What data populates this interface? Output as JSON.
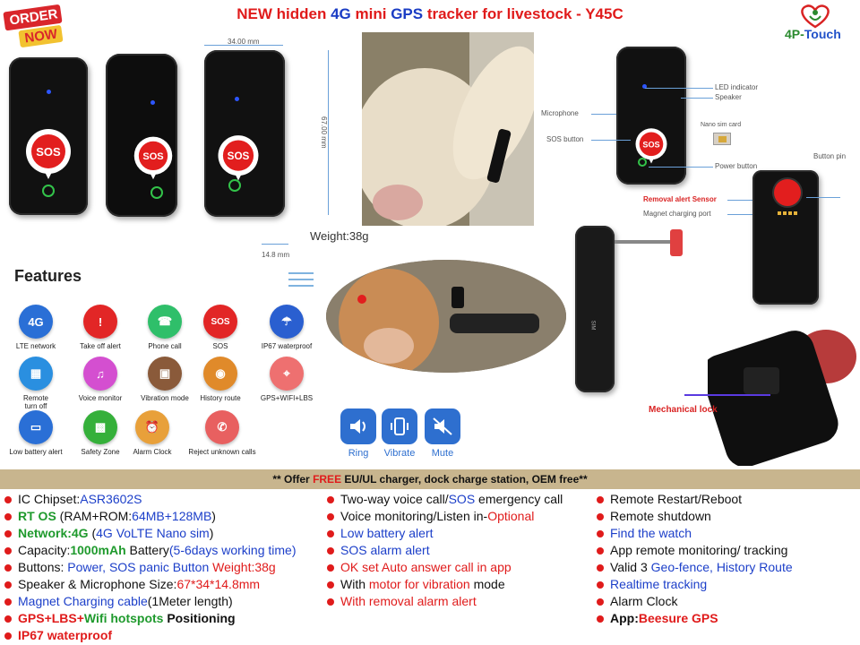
{
  "header": {
    "badge": {
      "line1": "ORDER",
      "line2": "NOW"
    },
    "title": {
      "part1": "NEW hidden ",
      "part2": "4G",
      "part3": " mini ",
      "part4": "GPS",
      "part5": " tracker for livestock - Y45C"
    },
    "brand": {
      "prefix": "4P-",
      "suffix": "Touch"
    }
  },
  "devices": {
    "sos_label": "SOS",
    "width_dim": "34.00 mm",
    "height_dim": "67.00 mm",
    "depth_dim": "14.8 mm",
    "weight": "Weight:38g"
  },
  "annotations": {
    "led": "LED indicator",
    "speaker": "Speaker",
    "microphone": "Microphone",
    "sos_button": "SOS button",
    "nano_sim": "Nano sim card",
    "power_button": "Power button",
    "button_pin": "Button pin",
    "removal_sensor": "Removal alert Sensor",
    "magnet_port": "Magnet charging port",
    "mechanical_lock": "Mechanical lock",
    "sim": "SIM"
  },
  "features": {
    "title": "Features",
    "items": [
      {
        "label": "LTE network",
        "glyph": "4G",
        "color": "#2a6fd6"
      },
      {
        "label": "Take off alert",
        "glyph": "!",
        "color": "#e22626"
      },
      {
        "label": "Phone call",
        "glyph": "☎",
        "color": "#2fbf6a"
      },
      {
        "label": "SOS",
        "glyph": "SOS",
        "color": "#e22626"
      },
      {
        "label": "IP67 waterproof",
        "glyph": "☂",
        "color": "#2a5fd0"
      },
      {
        "label": "Remote\nturn off",
        "glyph": "▦",
        "color": "#2a8fe0"
      },
      {
        "label": "Voice monitor",
        "glyph": "♫",
        "color": "#d44fd0"
      },
      {
        "label": "Vibration mode",
        "glyph": "▣",
        "color": "#8a5a3a"
      },
      {
        "label": "History route",
        "glyph": "◉",
        "color": "#e08a2a"
      },
      {
        "label": "GPS+WIFI+LBS",
        "glyph": "⌖",
        "color": "#ee7070"
      },
      {
        "label": "Low battery alert",
        "glyph": "▭",
        "color": "#2a6fd6"
      },
      {
        "label": "Safety Zone",
        "glyph": "▩",
        "color": "#35b03a"
      },
      {
        "label": "Alarm Clock",
        "glyph": "⏰",
        "color": "#e8a03a"
      },
      {
        "label": "Reject unknown calls",
        "glyph": "✆",
        "color": "#e86060"
      }
    ],
    "modes": [
      {
        "label": "Ring",
        "glyph": "🔊"
      },
      {
        "label": "Vibrate",
        "glyph": "📳"
      },
      {
        "label": "Mute",
        "glyph": "🔇"
      }
    ]
  },
  "offer": {
    "prefix": "** Offer ",
    "free": "FREE",
    "middle": " EU/UL charger, dock charge station, OEM free",
    "suffix": "**"
  },
  "specs": {
    "col1": [
      {
        "a": "IC Chipset:",
        "b": "ASR3602S"
      },
      {
        "a": "RT OS",
        "b": " (RAM+ROM:",
        "c": "64MB+128MB",
        "d": ")"
      },
      {
        "a": "Network:4G",
        "b": " (",
        "c": "4G VoLTE Nano sim",
        "d": ")"
      },
      {
        "a": "Capacity:",
        "b": "1000mAh",
        "c": " Battery",
        "d": "(5-6days working time)"
      },
      {
        "a": "Buttons: ",
        "b": "Power, SOS panic Button",
        "c": "    Weight:38g"
      },
      {
        "a": "Speaker & Microphone",
        "b": "     Size:",
        "c": "67*34*14.8mm"
      },
      {
        "a": "Magnet Charging cable",
        "b": "(1Meter length)"
      },
      {
        "a": "GPS+LBS+",
        "b": "Wifi hotspots",
        "c": " Positioning"
      },
      {
        "a": "IP67 waterproof"
      }
    ],
    "col2": [
      {
        "a": "Two-way voice call/",
        "b": "SOS",
        "c": " emergency call"
      },
      {
        "a": "Voice monitoring/Listen in-",
        "b": "Optional"
      },
      {
        "a": "Low battery alert"
      },
      {
        "a": "SOS alarm alert"
      },
      {
        "a": "OK set Auto answer call in app"
      },
      {
        "a": "With ",
        "b": "motor for vibration",
        "c": " mode"
      },
      {
        "a": "With removal alarm alert"
      }
    ],
    "col3": [
      {
        "a": "Remote Restart/Reboot"
      },
      {
        "a": "Remote shutdown"
      },
      {
        "a": "Find the watch"
      },
      {
        "a": "App remote monitoring/ tracking"
      },
      {
        "a": "Valid 3 ",
        "b": "Geo-fence, History Route"
      },
      {
        "a": "Realtime tracking"
      },
      {
        "a": "Alarm Clock"
      },
      {
        "a": "App:",
        "b": "Beesure GPS"
      }
    ]
  }
}
